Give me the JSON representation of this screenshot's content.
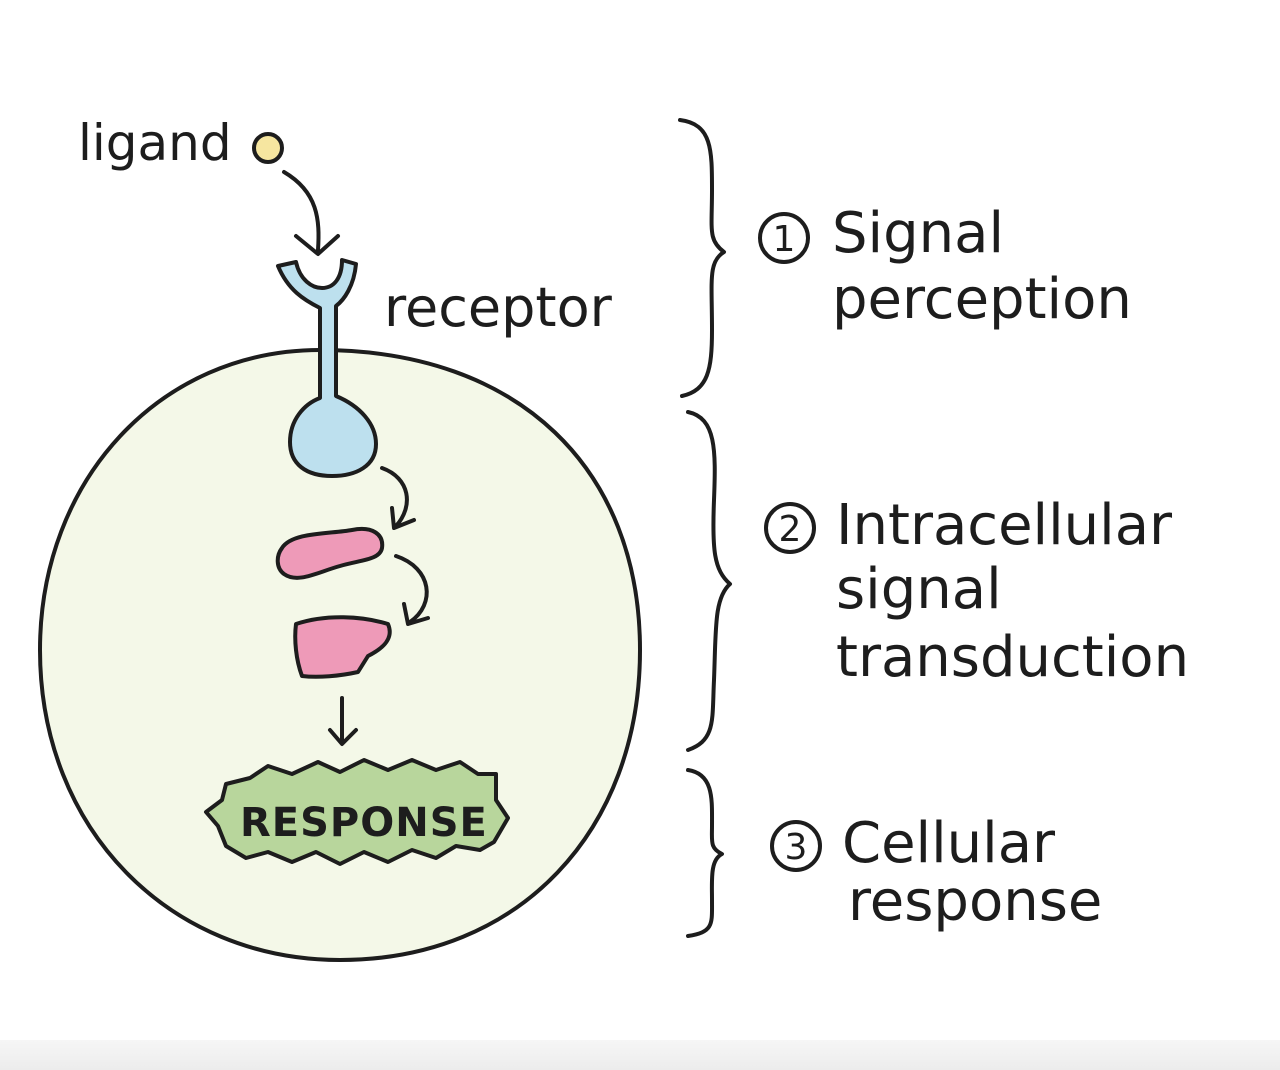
{
  "labels": {
    "ligand": "ligand",
    "receptor": "receptor",
    "response": "RESPONSE"
  },
  "steps": [
    {
      "number": "1",
      "line1": "Signal",
      "line2": "perception",
      "line3": ""
    },
    {
      "number": "2",
      "line1": "Intracellular",
      "line2": "signal",
      "line3": "transduction"
    },
    {
      "number": "3",
      "line1": "Cellular",
      "line2": "response",
      "line3": ""
    }
  ],
  "colors": {
    "cell_fill": "#f4f8e8",
    "receptor_fill": "#bde0ee",
    "relay_fill": "#ee9ab8",
    "response_fill": "#b8d69c",
    "ligand_fill": "#f6e6a0",
    "ink": "#1d1d1d"
  }
}
